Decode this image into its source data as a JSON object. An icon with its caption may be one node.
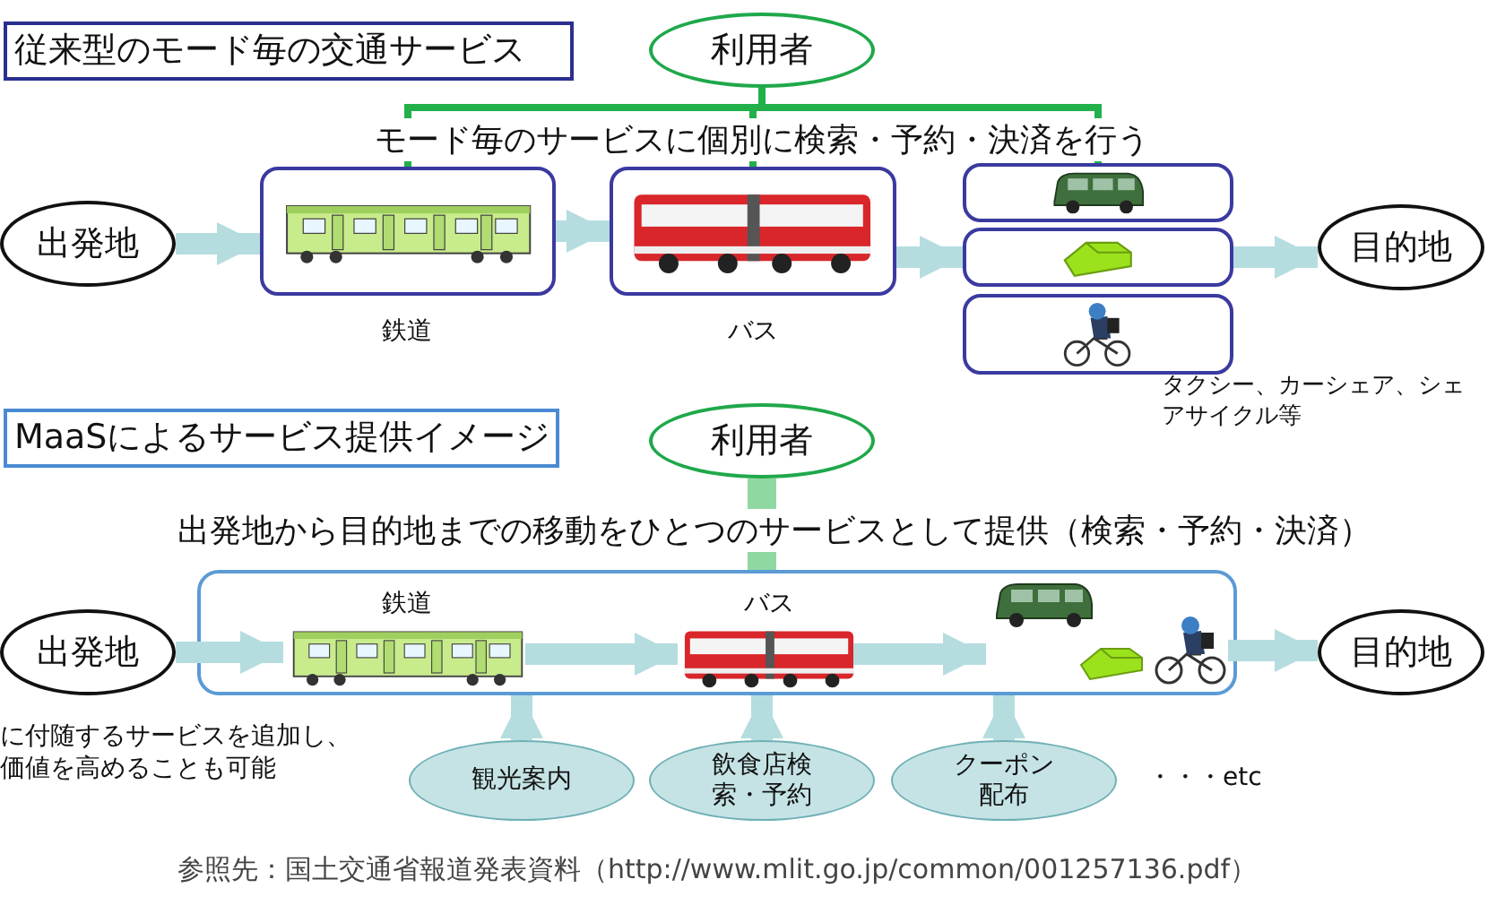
{
  "diagram": {
    "nodes": [
      {
        "text": [
          "従来型のモード毎の交通サービス"
        ]
      },
      {
        "text": [
          "利用者"
        ]
      },
      {
        "text": [
          "出発地"
        ]
      },
      {
        "text": [],
        "shape": "box",
        "beside": [
          "鉄道"
        ]
      },
      {
        "text": [],
        "shape": "box",
        "beside": [
          "バス"
        ]
      },
      {
        "text": [],
        "shape": "box"
      },
      {
        "text": [],
        "shape": "box"
      },
      {
        "text": [],
        "shape": "box"
      },
      {
        "text": [
          "目的地"
        ]
      },
      {
        "text": [
          "MaaSによるサービス提供イメージ"
        ]
      },
      {
        "text": [
          "利用者"
        ]
      },
      {
        "text": [
          "出発地"
        ]
      },
      {
        "text": [],
        "shape": "box"
      },
      {
        "text": [],
        "shape": "picture",
        "in": 12,
        "beside": [
          "鉄道"
        ]
      },
      {
        "text": [],
        "shape": "picture",
        "in": 12,
        "beside": [
          "バス"
        ]
      },
      {
        "text": [],
        "shape": "picture",
        "in": 12
      },
      {
        "text": [
          "目的地"
        ]
      },
      {
        "text": [
          "観光案内"
        ]
      },
      {
        "text": [
          "飲食店検索・予約"
        ]
      },
      {
        "text": [
          "クーポン配布"
        ]
      }
    ],
    "edges": [
      {
        "from": 1,
        "to": 3,
        "arrow": "to",
        "color": "#22b04b"
      },
      {
        "from": 1,
        "to": 4,
        "arrow": "to",
        "color": "#22b04b",
        "label": "モード毎のサービスに個別に検索・予約・決済を行う"
      },
      {
        "from": 1,
        "to": 5,
        "arrow": "to",
        "color": "#22b04b"
      },
      {
        "from": 2,
        "to": 3,
        "arrow": "to"
      },
      {
        "from": 3,
        "to": 4,
        "arrow": "to"
      },
      {
        "from": 4,
        "to": 6,
        "arrow": "to"
      },
      {
        "from": 6,
        "to": 8,
        "arrow": "to"
      },
      {
        "from": 10,
        "to": 12,
        "arrow": "to",
        "color": "#8fd8a2",
        "label": "出発地から目的地までの移動をひとつのサービスとして提供（検索・予約・決済）"
      },
      {
        "from": 11,
        "to": 13,
        "arrow": "to"
      },
      {
        "from": 13,
        "to": 14,
        "arrow": "to"
      },
      {
        "from": 14,
        "to": 15,
        "arrow": "to"
      },
      {
        "from": 15,
        "to": 16,
        "arrow": "to"
      },
      {
        "from": 17,
        "to": 12,
        "arrow": "to"
      },
      {
        "from": 18,
        "to": 12,
        "arrow": "to"
      },
      {
        "from": 19,
        "to": 12,
        "arrow": "to"
      }
    ],
    "labels": [
      "タクシー、カーシェア、シェアサイクル等",
      "に付随するサービスを追加し、価値を高めることも可能",
      "・・・etc",
      "参照先：国土交通省報道発表資料（http://www.mlit.go.jp/common/001257136.pdf）"
    ]
  }
}
